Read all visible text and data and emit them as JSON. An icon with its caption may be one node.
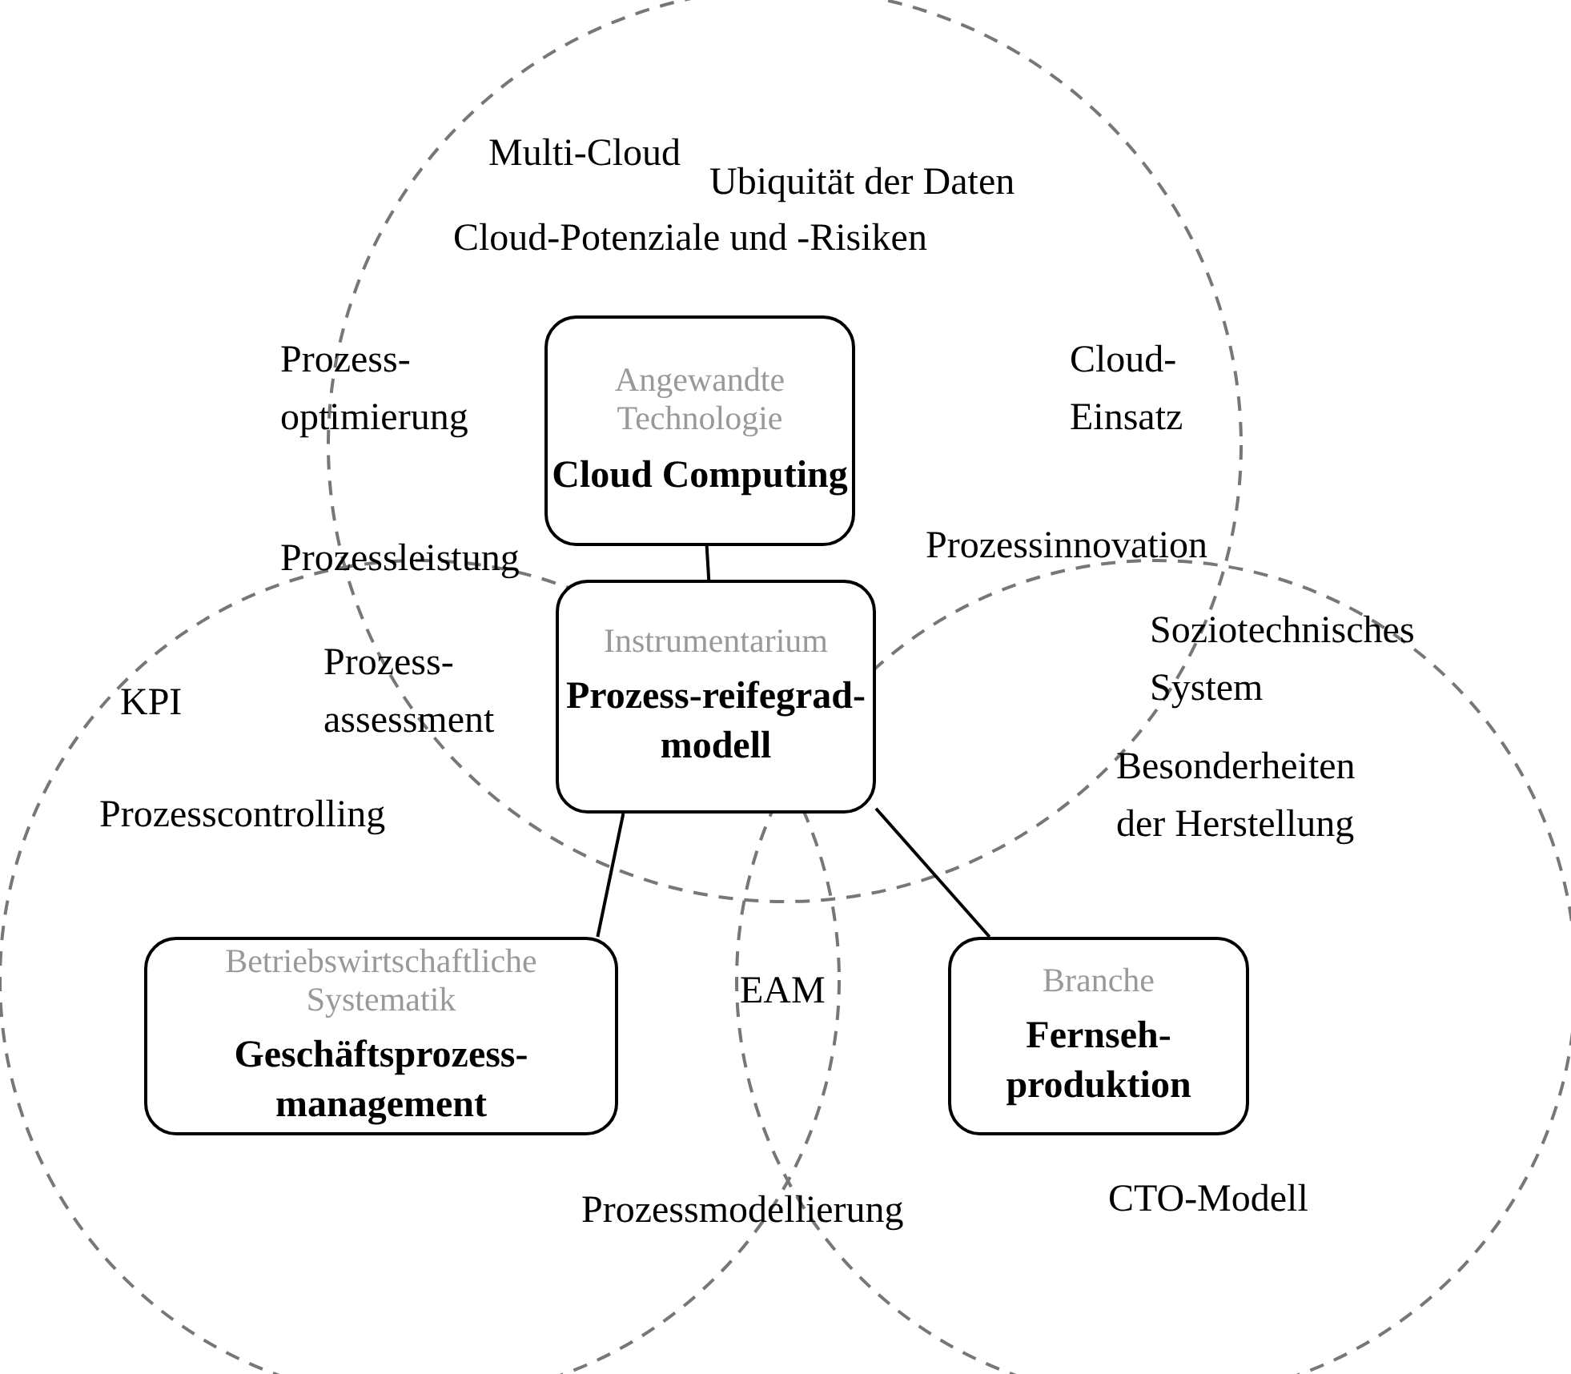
{
  "diagram": {
    "nodes": [
      {
        "text": [
          "Angewandte Technologie",
          "Cloud Computing"
        ]
      },
      {
        "text": [
          "Instrumentarium",
          "Prozess-reifegrad-modell"
        ]
      },
      {
        "text": [
          "Betriebswirtschaftliche Systematik",
          "Geschäftsprozess-management"
        ]
      },
      {
        "text": [
          "Branche",
          "Fernseh-produktion"
        ]
      }
    ],
    "edges": [
      {
        "from": 0,
        "to": 1,
        "arrow": "none"
      },
      {
        "from": 1,
        "to": 2,
        "arrow": "none"
      },
      {
        "from": 1,
        "to": 3,
        "arrow": "none"
      }
    ],
    "labels": [
      "Multi-Cloud",
      "Ubiquität der Daten",
      "Cloud-Potenziale und -Risiken",
      "Prozess-optimierung",
      "Cloud-Einsatz",
      "Prozessleistung",
      "Prozessinnovation",
      "Soziotechnisches System",
      "Prozess-assessment",
      "KPI",
      "Prozesscontrolling",
      "Besonderheiten der Herstellung",
      "EAM",
      "Prozessmodellierung",
      "CTO-Modell"
    ]
  }
}
